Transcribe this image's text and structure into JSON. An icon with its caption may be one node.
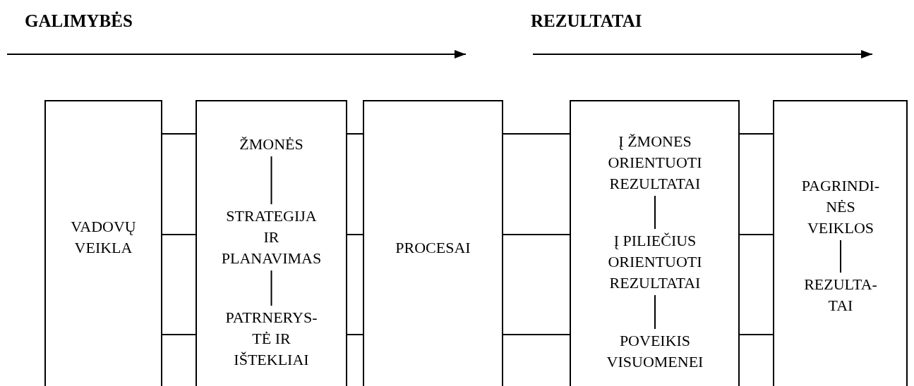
{
  "diagram": {
    "nodes": [
      {
        "text": [
          "VADOVŲ VEIKLA"
        ]
      },
      {
        "text": [],
        "shape": "box"
      },
      {
        "text": [
          "ŽMONĖS"
        ],
        "in": 1
      },
      {
        "text": [
          "STRATEGIJA IR PLANAVIMAS"
        ],
        "in": 1
      },
      {
        "text": [
          "PATRNERYS- TĖ IR IŠTEKLIAI"
        ],
        "in": 1
      },
      {
        "text": [
          "PROCESAI"
        ]
      },
      {
        "text": [],
        "shape": "box"
      },
      {
        "text": [
          "Į ŽMONES ORIENTUOTI REZULTATAI"
        ],
        "in": 6
      },
      {
        "text": [
          "Į PILIEČIUS ORIENTUOTI REZULTATAI"
        ],
        "in": 6
      },
      {
        "text": [
          "POVEIKIS VISUOMENEI"
        ],
        "in": 6
      },
      {
        "text": [],
        "shape": "box"
      },
      {
        "text": [
          "PAGRINDI- NĖS VEIKLOS"
        ],
        "in": 10
      },
      {
        "text": [
          "REZULTA- TAI"
        ],
        "in": 10
      }
    ],
    "edges": [
      {
        "from": 0,
        "to": 1,
        "arrow": "none"
      },
      {
        "from": 0,
        "to": 1,
        "arrow": "none"
      },
      {
        "from": 0,
        "to": 1,
        "arrow": "none"
      },
      {
        "from": 1,
        "to": 5,
        "arrow": "none"
      },
      {
        "from": 1,
        "to": 5,
        "arrow": "none"
      },
      {
        "from": 1,
        "to": 5,
        "arrow": "none"
      },
      {
        "from": 5,
        "to": 6,
        "arrow": "none"
      },
      {
        "from": 5,
        "to": 6,
        "arrow": "none"
      },
      {
        "from": 5,
        "to": 6,
        "arrow": "none"
      },
      {
        "from": 6,
        "to": 10,
        "arrow": "none"
      },
      {
        "from": 6,
        "to": 10,
        "arrow": "none"
      },
      {
        "from": 6,
        "to": 10,
        "arrow": "none"
      },
      {
        "from": 2,
        "to": 3,
        "arrow": "none"
      },
      {
        "from": 3,
        "to": 4,
        "arrow": "none"
      },
      {
        "from": 7,
        "to": 8,
        "arrow": "none"
      },
      {
        "from": 8,
        "to": 9,
        "arrow": "none"
      },
      {
        "from": 11,
        "to": 12,
        "arrow": "none"
      }
    ],
    "labels": [
      "GALIMYBĖS",
      "REZULTATAI"
    ]
  }
}
